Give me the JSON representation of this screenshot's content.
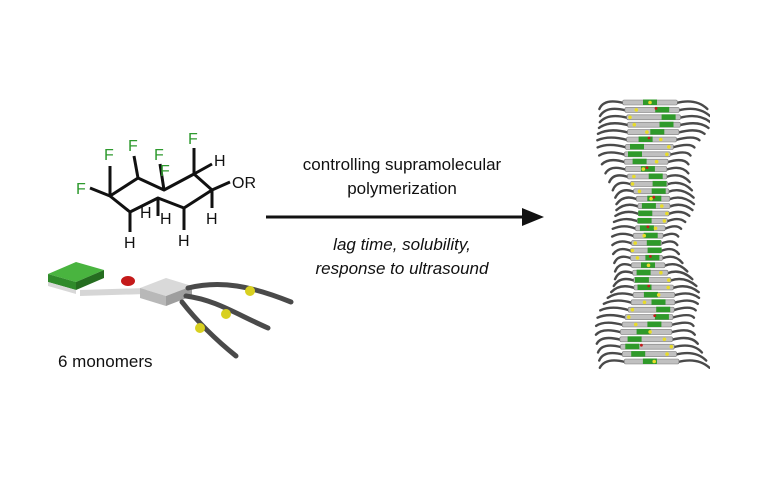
{
  "molecule": {
    "atoms": {
      "fluorines": [
        "F",
        "F",
        "F",
        "F",
        "F",
        "F"
      ],
      "hydrogens": [
        "H",
        "H",
        "H",
        "H",
        "H",
        "H"
      ],
      "substituent": "OR"
    },
    "colors": {
      "fluorine": "#2e9a2e",
      "bond": "#111111"
    }
  },
  "monomers": {
    "label": "6 monomers",
    "colors": {
      "core": "#2f8a2a",
      "core_light": "#49b43f",
      "linker": "#c9c9c9",
      "amide": "#c41a1a",
      "chain": "#4a4a4a",
      "branch_point": "#d8d020"
    }
  },
  "process": {
    "line1": "controlling supramolecular",
    "line2": "polymerization",
    "conditions_line1": "lag time, solubility,",
    "conditions_line2": "response to ultrasound"
  },
  "polymer": {
    "colors": {
      "core": "#2f9a2a",
      "stack": "#c0c0c0",
      "chain": "#4a4a4a",
      "accent": "#e8dc2a",
      "amide": "#c41a1a"
    }
  }
}
